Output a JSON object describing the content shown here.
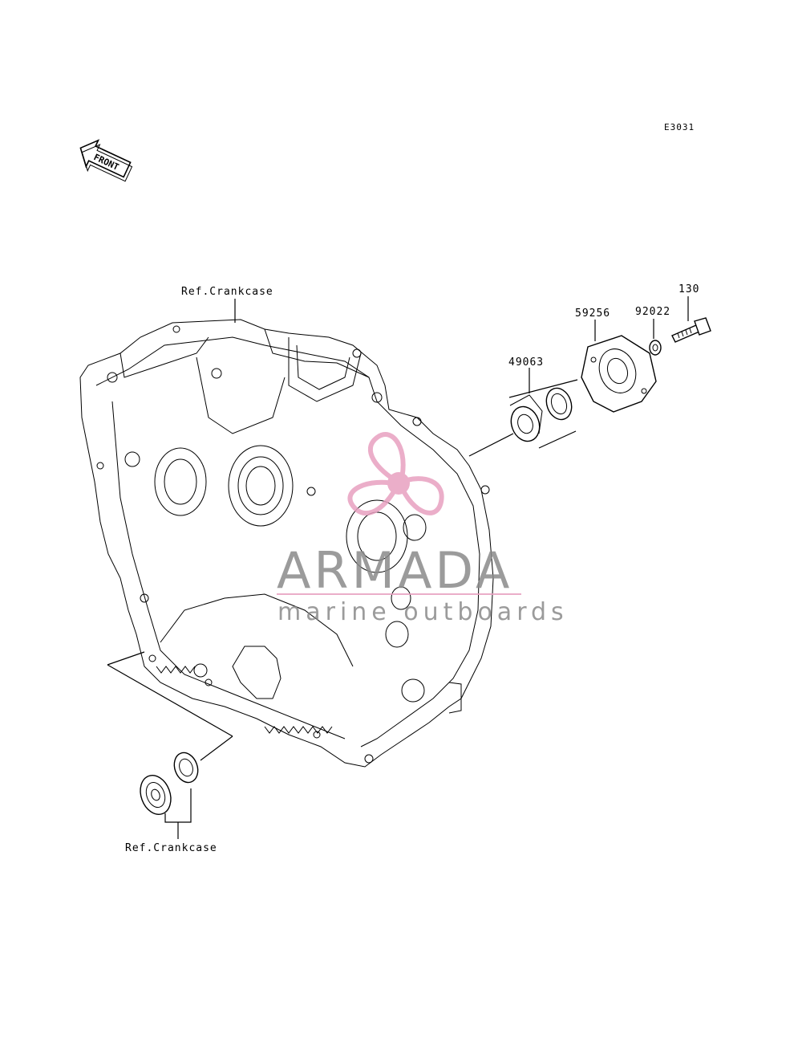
{
  "diagram_code": "E3031",
  "front_arrow": {
    "label": "FRONT",
    "icon": "front-arrow-icon"
  },
  "labels": {
    "ref_crankcase_top": "Ref.Crankcase",
    "ref_crankcase_bottom": "Ref.Crankcase",
    "part_130": "130",
    "part_92022": "92022",
    "part_59256": "59256",
    "part_49063": "49063"
  },
  "watermark": {
    "brand": "ARMADA",
    "tagline": "marine outboards",
    "accent_color": "#e8a0c0",
    "text_color": "#8a8a8a"
  }
}
